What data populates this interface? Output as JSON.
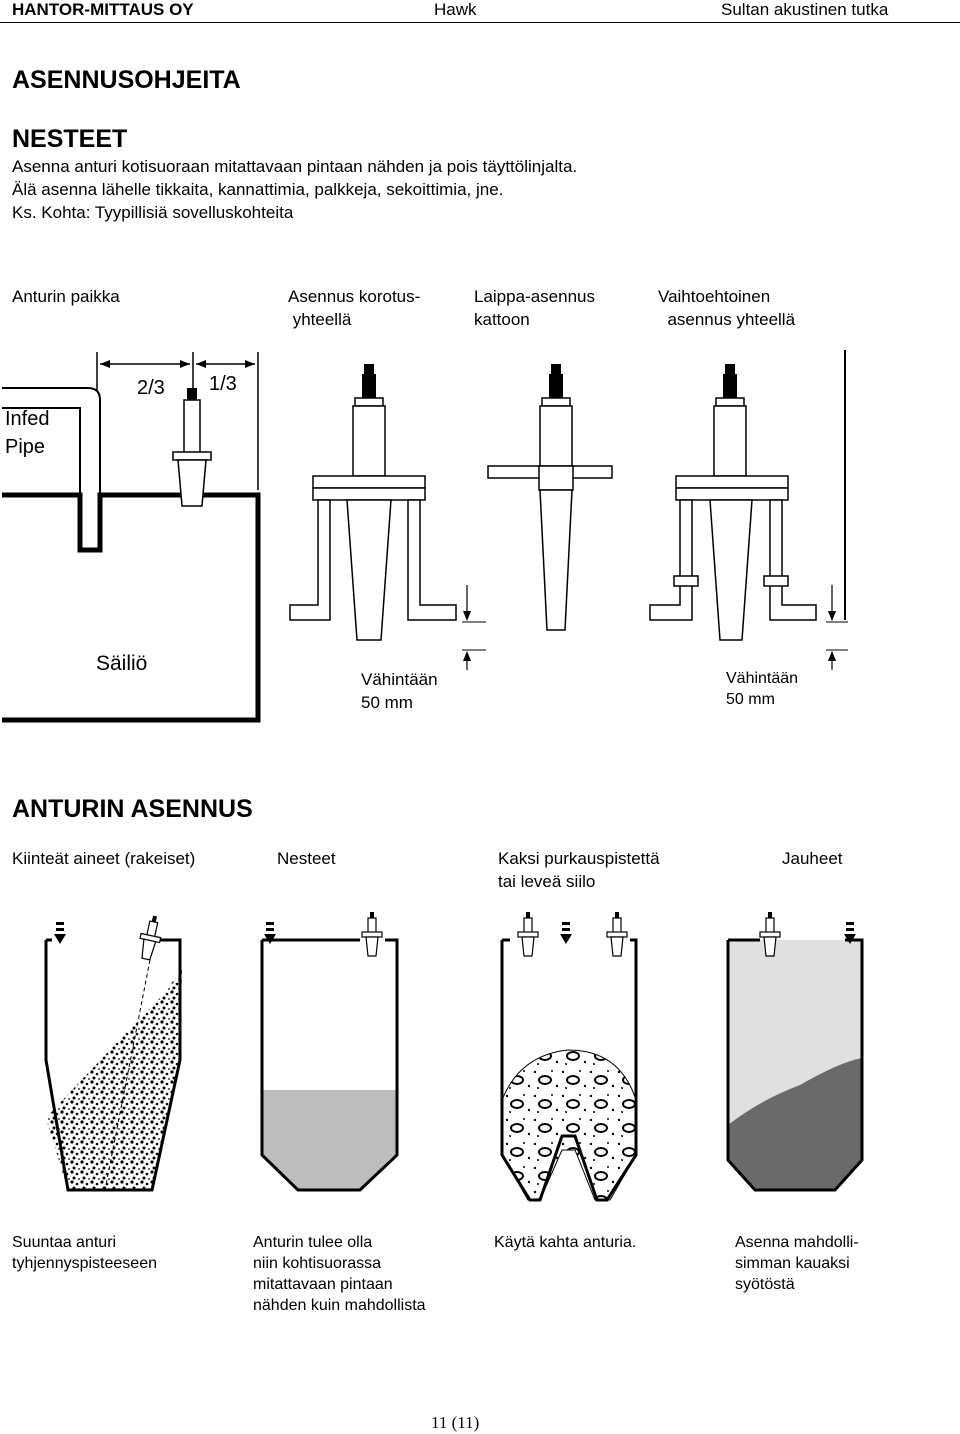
{
  "header": {
    "company": "HANTOR-MITTAUS OY",
    "product": "Hawk",
    "doc_title": "Sultan akustinen tutka"
  },
  "title": "ASENNUSOHJEITA",
  "liquids": {
    "heading": "NESTEET",
    "lines": [
      "Asenna anturi kotisuoraan mitattavaan pintaan nähden ja pois täyttölinjalta.",
      "Älä asenna lähelle tikkaita, kannattimia, palkkeja, sekoittimia, jne.",
      "Ks. Kohta: Tyypillisiä sovelluskohteita"
    ]
  },
  "figure1": {
    "col1": "Anturin paikka",
    "col2": "Asennus korotus-\n yhteellä",
    "col3": "Laippa-asennus\nkattoon",
    "col4": "Vaihtoehtoinen\n  asennus yhteellä",
    "dim_left": "2/3",
    "dim_right": "1/3",
    "infed": "Infed",
    "pipe": "Pipe",
    "tank": "Säiliö",
    "min1": "Vähintään\n50 mm",
    "min2": "Vähintään\n50 mm"
  },
  "sensor_section": {
    "heading": "ANTURIN ASENNUS",
    "col1": "Kiinteät aineet (rakeiset)",
    "col2": "Nesteet",
    "col3": "Kaksi purkauspistettä\ntai leveä siilo",
    "col4": "Jauheet",
    "cap1": "Suuntaa anturi\ntyhjennyspisteeseen",
    "cap2": "Anturin tulee olla\nniin kohtisuorassa\nmitattavaan pintaan\nnähden kuin mahdollista",
    "cap3": "Käytä kahta anturia.",
    "cap4": "Asenna mahdolli-\nsimman kauaksi\nsyötöstä"
  },
  "footer": {
    "page": "11 (11)"
  }
}
